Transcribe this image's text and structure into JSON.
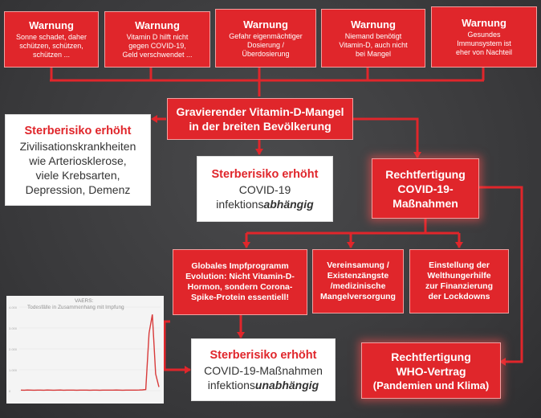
{
  "warnings": [
    {
      "title": "Warnung",
      "body": [
        "Sonne schadet, daher",
        "schützen, schützen,",
        "schützen ..."
      ]
    },
    {
      "title": "Warnung",
      "body": [
        "Vitamin D hilft nicht",
        "gegen COVID-19,",
        "Geld verschwendet ..."
      ]
    },
    {
      "title": "Warnung",
      "body": [
        "Gefahr eigenmächtiger",
        "Dosierung /",
        "Überdosierung"
      ]
    },
    {
      "title": "Warnung",
      "body": [
        "Niemand benötigt",
        "Vitamin-D, auch nicht",
        "bei Mangel"
      ]
    },
    {
      "title": "Warnung",
      "body": [
        "Gesundes",
        "Immunsystem ist",
        "eher von Nachteil"
      ]
    }
  ],
  "mangel": [
    "Gravierender Vitamin-D-Mangel",
    "in der breiten Bevölkerung"
  ],
  "risk_left": {
    "title": "Sterberisiko erhöht",
    "lines": [
      "Zivilisationskrankheiten",
      "wie Arteriosklerose,",
      "viele Krebsarten,",
      "Depression, Demenz"
    ]
  },
  "risk_mid": {
    "title": "Sterberisiko erhöht",
    "line1": "COVID-19",
    "pre": "infektions",
    "em": "abhängig"
  },
  "recht_covid": [
    "Rechtfertigung",
    "COVID-19-",
    "Maßnahmen"
  ],
  "impf": [
    "Globales Impfprogramm",
    "Evolution: Nicht Vitamin-D-",
    "Hormon, sondern Corona-",
    "Spike-Protein essentiell!"
  ],
  "verein": [
    "Vereinsamung /",
    "Existenzängste",
    "/medizinische",
    "Mangelversorgung"
  ],
  "hunger": [
    "Einstellung der",
    "Welthungerhilfe",
    "zur Finanzierung",
    "der Lockdowns"
  ],
  "risk_bottom": {
    "title": "Sterberisiko erhöht",
    "line1": "COVID-19-Maßnahmen",
    "pre": "infektions",
    "em": "unabhängig"
  },
  "recht_who": [
    "Rechtfertigung",
    "WHO-Vertrag",
    "(Pandemien und Klima)"
  ],
  "chart_data": {
    "type": "line",
    "title": "VAERS:",
    "subtitle": "Todesfälle in Zusammenhang mit Impfung",
    "yticks": [
      "4.000",
      "3.000",
      "2.000",
      "1.000",
      "0"
    ],
    "y": [
      30,
      25,
      35,
      30,
      28,
      32,
      30,
      26,
      34,
      30,
      28,
      30,
      33,
      27,
      30,
      29,
      31,
      28,
      30,
      32,
      29,
      27,
      31,
      30,
      28,
      32,
      30,
      29,
      31,
      33,
      30,
      28,
      30,
      31,
      29,
      30,
      35,
      45,
      60,
      3100,
      4100,
      900,
      200
    ],
    "ylim": [
      0,
      4500
    ],
    "line_color": "#d83a3a"
  }
}
